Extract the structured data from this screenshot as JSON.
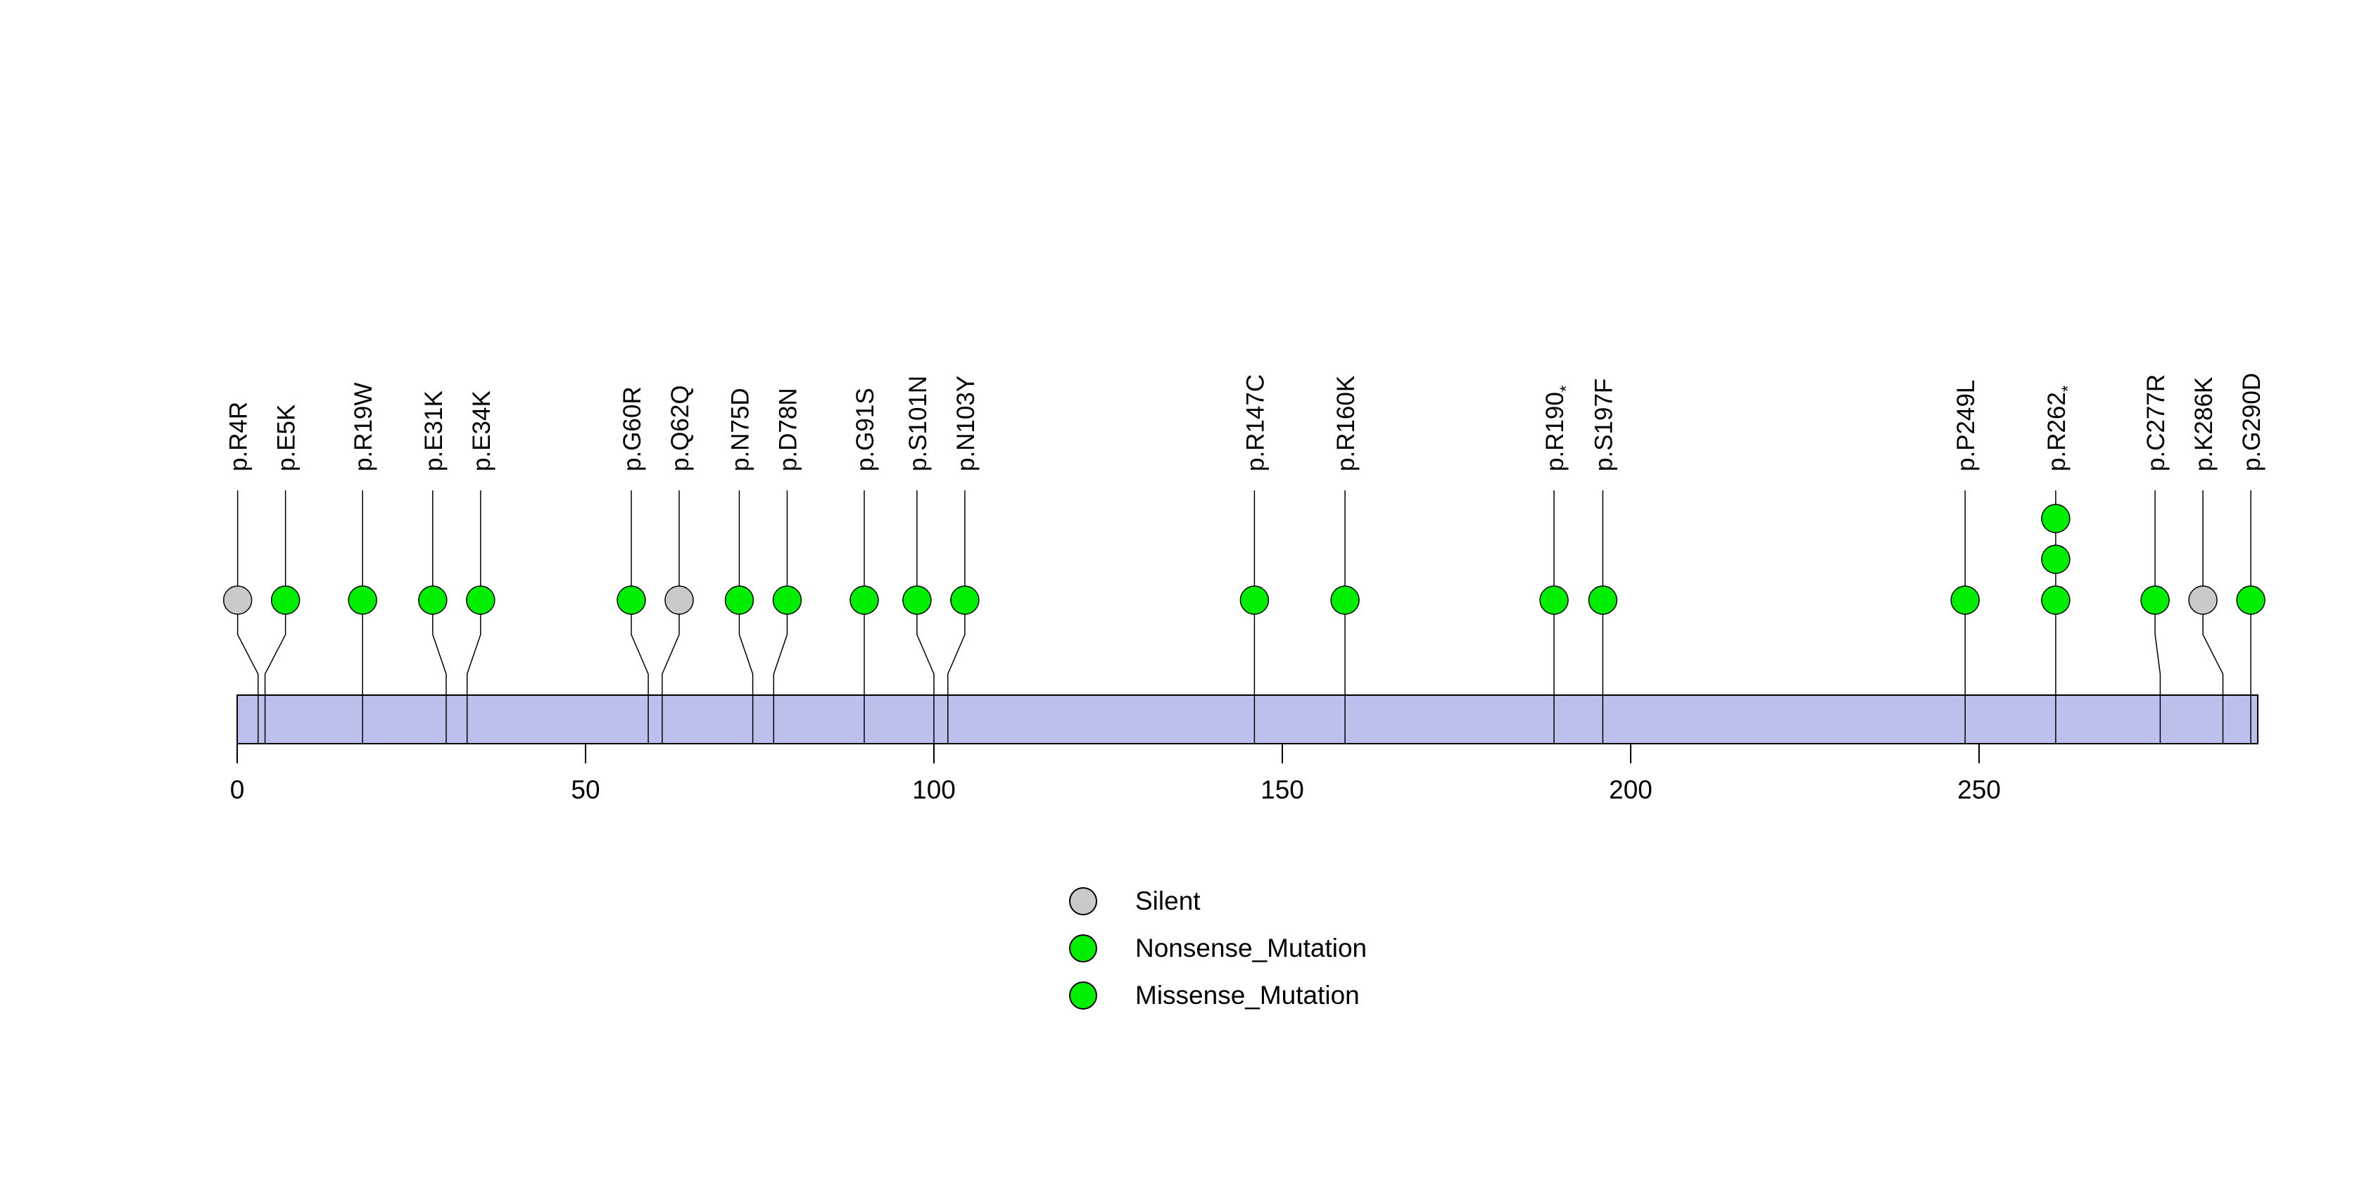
{
  "chart_data": {
    "type": "lollipop",
    "title": "",
    "xlabel": "",
    "ylabel": "",
    "gene_axis": {
      "ticks": [
        0,
        50,
        100,
        150,
        200,
        250
      ],
      "protein_length": 290,
      "grid": false
    },
    "mutations": [
      {
        "label": "p.R4R",
        "position": 4,
        "type": "Silent",
        "count": 1
      },
      {
        "label": "p.E5K",
        "position": 5,
        "type": "Missense_Mutation",
        "count": 1
      },
      {
        "label": "p.R19W",
        "position": 19,
        "type": "Missense_Mutation",
        "count": 1
      },
      {
        "label": "p.E31K",
        "position": 31,
        "type": "Missense_Mutation",
        "count": 1
      },
      {
        "label": "p.E34K",
        "position": 34,
        "type": "Missense_Mutation",
        "count": 1
      },
      {
        "label": "p.G60R",
        "position": 60,
        "type": "Missense_Mutation",
        "count": 1
      },
      {
        "label": "p.Q62Q",
        "position": 62,
        "type": "Silent",
        "count": 1
      },
      {
        "label": "p.N75D",
        "position": 75,
        "type": "Missense_Mutation",
        "count": 1
      },
      {
        "label": "p.D78N",
        "position": 78,
        "type": "Missense_Mutation",
        "count": 1
      },
      {
        "label": "p.G91S",
        "position": 91,
        "type": "Missense_Mutation",
        "count": 1
      },
      {
        "label": "p.S101N",
        "position": 101,
        "type": "Missense_Mutation",
        "count": 1
      },
      {
        "label": "p.N103Y",
        "position": 103,
        "type": "Missense_Mutation",
        "count": 1
      },
      {
        "label": "p.R147C",
        "position": 147,
        "type": "Missense_Mutation",
        "count": 1
      },
      {
        "label": "p.R160K",
        "position": 160,
        "type": "Missense_Mutation",
        "count": 1
      },
      {
        "label": "p.R190*",
        "position": 190,
        "type": "Nonsense_Mutation",
        "count": 1
      },
      {
        "label": "p.S197F",
        "position": 197,
        "type": "Missense_Mutation",
        "count": 1
      },
      {
        "label": "p.P249L",
        "position": 249,
        "type": "Missense_Mutation",
        "count": 1
      },
      {
        "label": "p.R262*",
        "position": 262,
        "type": "Nonsense_Mutation",
        "count": 3
      },
      {
        "label": "p.C277R",
        "position": 277,
        "type": "Missense_Mutation",
        "count": 1
      },
      {
        "label": "p.K286K",
        "position": 286,
        "type": "Silent",
        "count": 1
      },
      {
        "label": "p.G290D",
        "position": 290,
        "type": "Missense_Mutation",
        "count": 1
      }
    ],
    "legend": [
      {
        "label": "Silent",
        "color": "#c9c9c9"
      },
      {
        "label": "Nonsense_Mutation",
        "color": "#00ee00"
      },
      {
        "label": "Missense_Mutation",
        "color": "#00ee00"
      }
    ],
    "colors": {
      "Silent": "#c9c9c9",
      "Nonsense_Mutation": "#00ee00",
      "Missense_Mutation": "#00ee00",
      "backbone": "#bcc0ec",
      "stroke": "#000000",
      "text": "#000000"
    },
    "legend_position": "bottom-center"
  }
}
